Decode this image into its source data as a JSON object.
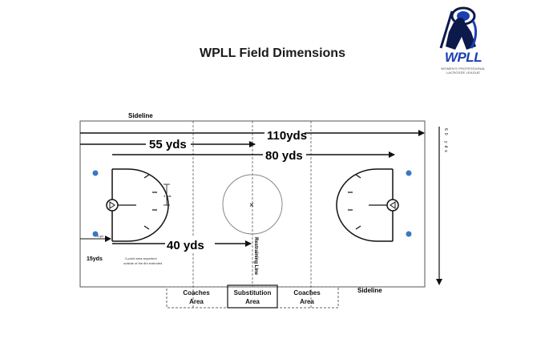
{
  "title": "WPLL Field Dimensions",
  "logo": {
    "wordmark": "WPLL",
    "subtitle": "WOMEN'S PROFESSIONAL LACROSSE LEAGUE",
    "primary_color": "#1c3fb3"
  },
  "field": {
    "sideline_top": "Sideline",
    "sideline_bottom": "Sideline",
    "width_label": "60 yds",
    "restraining_line": "Restraining Line",
    "goal_circle_note": "4 yds",
    "two_point_note_line1": "2-point area anywhere",
    "two_point_note_line2": "outside of the 8m extended",
    "arc_dim": "5 yd"
  },
  "measurements": {
    "m110": "110yds",
    "m55": "55 yds",
    "m80": "80 yds",
    "m40": "40  yds",
    "m15": "15yds"
  },
  "bench": {
    "coaches_left": "Coaches Area",
    "substitution": "Substitution Area",
    "coaches_right": "Coaches Area"
  }
}
